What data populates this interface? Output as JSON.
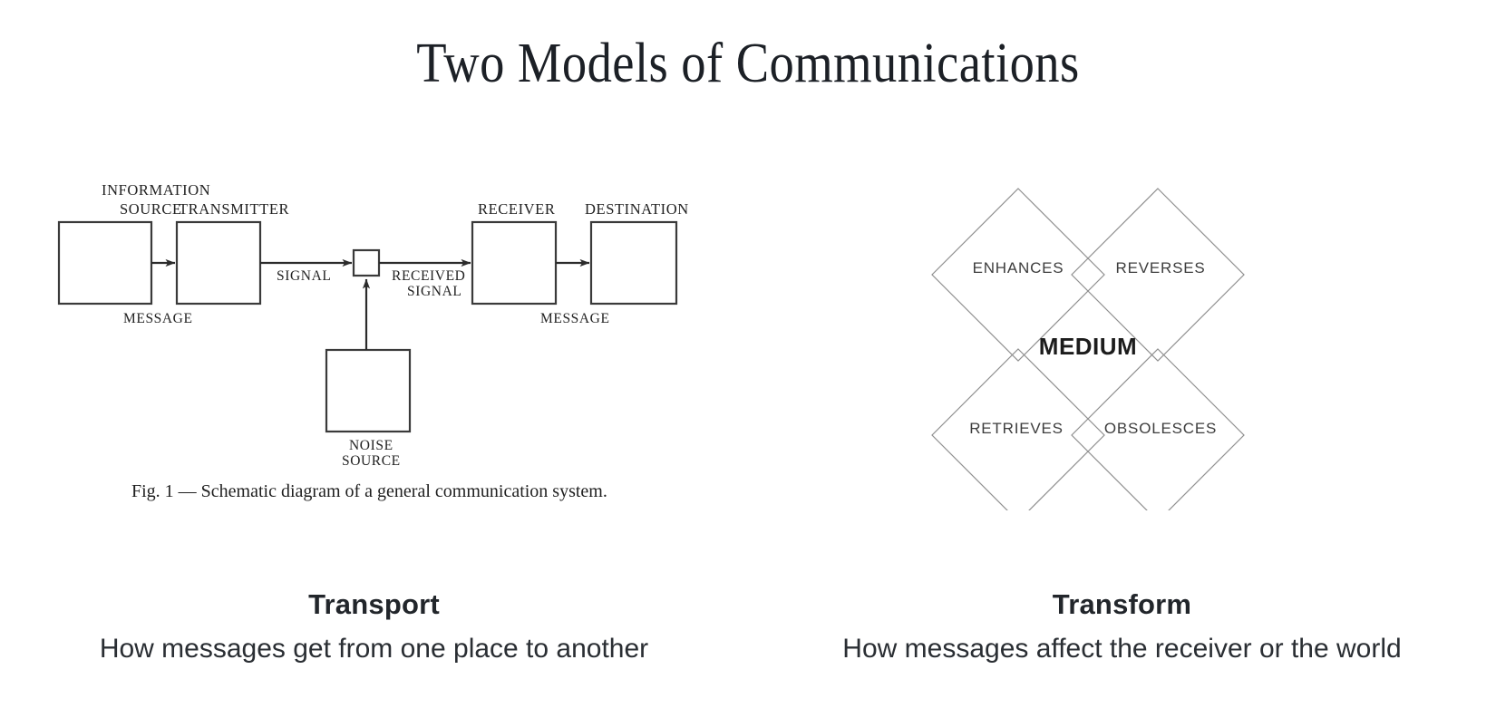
{
  "slide": {
    "title": "Two Models of Communications",
    "background_color": "#ffffff",
    "text_color": "#1f2328"
  },
  "left_panel": {
    "figure_name": "shannon-weaver-communication-diagram",
    "caption": "Fig. 1 — Schematic diagram of a general communication system.",
    "nodes": [
      {
        "id": "information-source",
        "label_line1": "INFORMATION",
        "label_line2": "SOURCE"
      },
      {
        "id": "transmitter",
        "label_line1": "TRANSMITTER",
        "label_line2": ""
      },
      {
        "id": "receiver",
        "label_line1": "RECEIVER",
        "label_line2": ""
      },
      {
        "id": "destination",
        "label_line1": "DESTINATION",
        "label_line2": ""
      },
      {
        "id": "noise-source",
        "label_line1": "NOISE",
        "label_line2": "SOURCE"
      }
    ],
    "edge_labels": {
      "message_left": "MESSAGE",
      "signal": "SIGNAL",
      "received_signal_line1": "RECEIVED",
      "received_signal_line2": "SIGNAL",
      "message_right": "MESSAGE"
    },
    "stroke_color": "#3a3a3a",
    "heading": "Transport",
    "subheading": "How messages get from one place to another"
  },
  "right_panel": {
    "figure_name": "mcluhan-tetrad-diagram",
    "center_label": "MEDIUM",
    "quadrants": [
      {
        "position": "top-left",
        "label": "ENHANCES"
      },
      {
        "position": "top-right",
        "label": "REVERSES"
      },
      {
        "position": "bottom-left",
        "label": "RETRIEVES"
      },
      {
        "position": "bottom-right",
        "label": "OBSOLESCES"
      }
    ],
    "stroke_color": "#8a8a8a",
    "heading": "Transform",
    "subheading": "How messages affect the receiver or the world"
  }
}
